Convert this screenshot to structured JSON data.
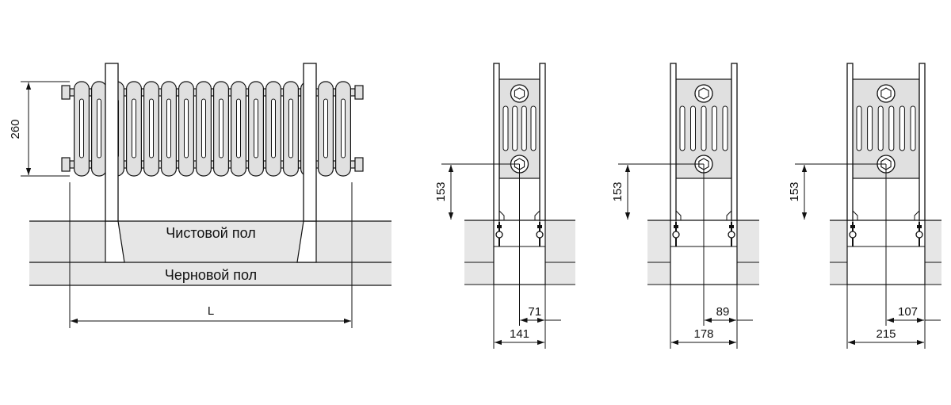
{
  "colors": {
    "floor": "#e6e6e6",
    "radiator": "#e0e0e0",
    "line": "#111111",
    "background": "#ffffff"
  },
  "front_view": {
    "height_label": "260",
    "length_label": "L",
    "finish_floor_label": "Чистовой пол",
    "rough_floor_label": "Черновой пол"
  },
  "side_views": [
    {
      "center_label": "153",
      "offset_label": "71",
      "depth_label": "141"
    },
    {
      "center_label": "153",
      "offset_label": "89",
      "depth_label": "178"
    },
    {
      "center_label": "153",
      "offset_label": "107",
      "depth_label": "215"
    }
  ]
}
